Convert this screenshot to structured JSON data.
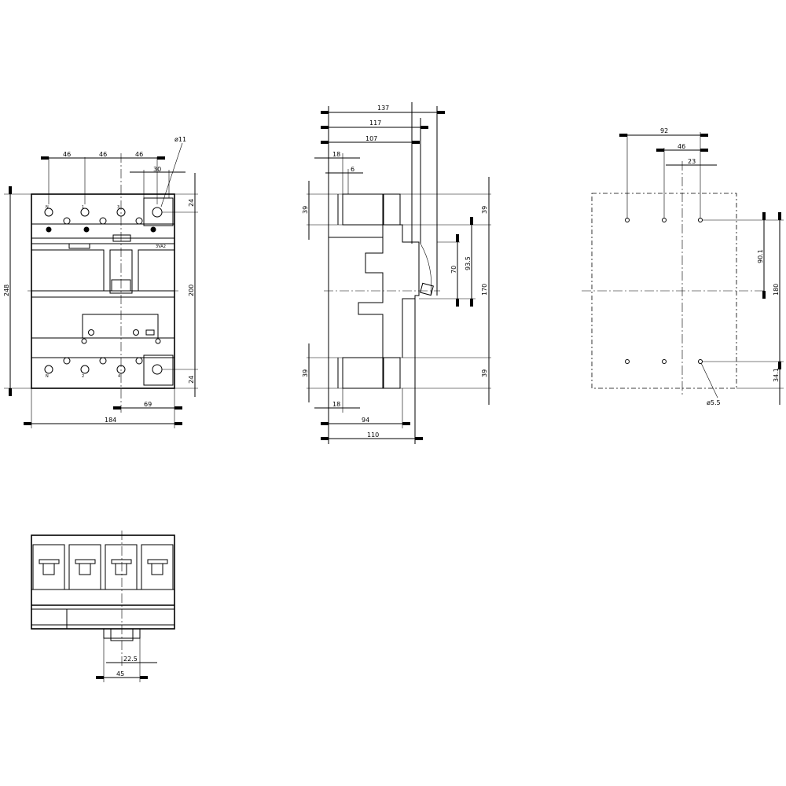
{
  "front_view": {
    "pole_labels_top": [
      "N",
      "1",
      "3"
    ],
    "pole_labels_bottom": [
      "N",
      "2",
      "4"
    ],
    "product_label": "3VA2",
    "dims": {
      "pitch_1": "46",
      "pitch_2": "46",
      "pitch_3": "46",
      "terminal_width": "30",
      "hole_dia": "ø11",
      "height": "248",
      "height_inner": "200",
      "top_terminal": "24",
      "bottom_terminal": "24",
      "offset": "69",
      "width": "184"
    }
  },
  "side_view": {
    "dims": {
      "d137": "137",
      "d117": "117",
      "d107": "107",
      "d18_top": "18",
      "d6": "6",
      "left_39_top": "39",
      "left_39_bottom": "39",
      "right_39_top": "39",
      "right_39_bottom": "39",
      "d170": "170",
      "d93_5": "93.5",
      "d70": "70",
      "d18_bottom": "18",
      "d94": "94",
      "d110": "110"
    }
  },
  "drilling_view": {
    "dims": {
      "d92": "92",
      "d46": "46",
      "d23": "23",
      "d90_1": "90.1",
      "d180": "180",
      "d34_1": "34.1",
      "hole_dia": "ø5.5"
    }
  },
  "bottom_view": {
    "dims": {
      "d22_5": "22.5",
      "d45": "45"
    }
  }
}
